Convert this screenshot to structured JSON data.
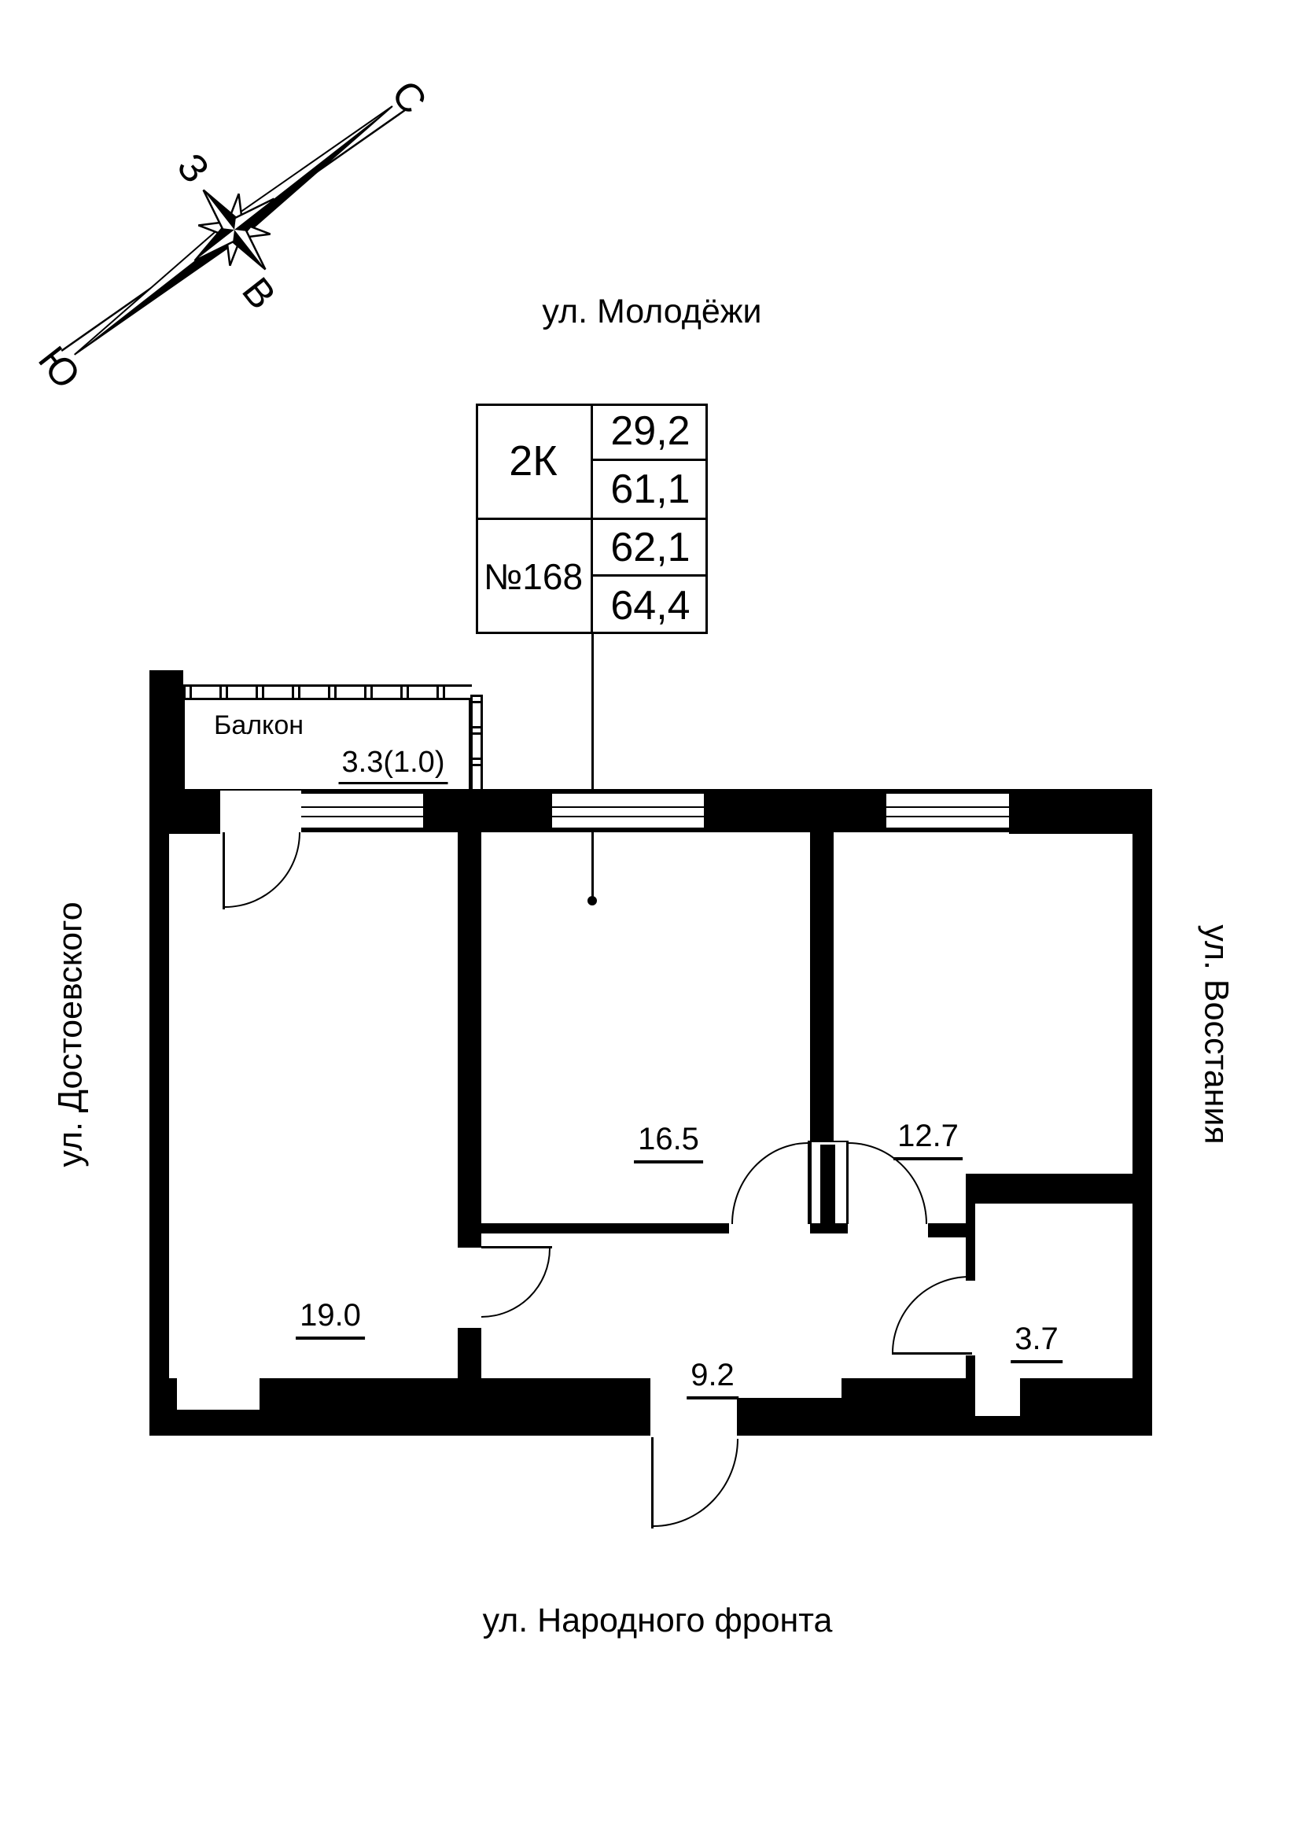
{
  "plan": {
    "streets": {
      "top": "ул. Молодёжи",
      "bottom": "ул. Народного фронта",
      "left": "ул. Достоевского",
      "right": "ул. Восстания"
    },
    "compass": {
      "north": "С",
      "south": "Ю",
      "west": "З",
      "east": "В"
    },
    "unit_card": {
      "rooms_type": "2К",
      "unit_number": "№168",
      "living_area": "29,2",
      "area_no_balcony": "61,1",
      "total_area": "62,1",
      "total_area_with_balcony": "64,4"
    },
    "labels": {
      "balcony": "Балкон",
      "balcony_area": "3.3(1.0)",
      "room_living": "19.0",
      "room_bedroom": "16.5",
      "room_second": "12.7",
      "hall": "9.2",
      "bathroom": "3.7"
    },
    "colors": {
      "ink": "#000000",
      "paper": "#ffffff"
    }
  }
}
